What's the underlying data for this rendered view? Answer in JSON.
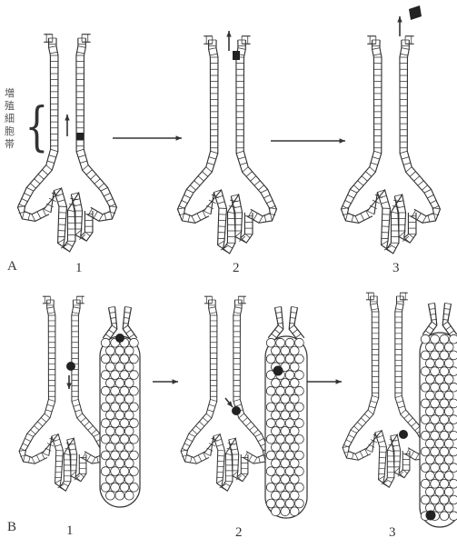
{
  "figure": {
    "panel_a_label": "A",
    "panel_b_label": "B",
    "side_label": "増殖細胞帯",
    "step_labels": [
      "1",
      "2",
      "3"
    ]
  },
  "colors": {
    "ink": "#333333",
    "cell_fill": "#ffffff",
    "marked_cell": "#222222"
  }
}
